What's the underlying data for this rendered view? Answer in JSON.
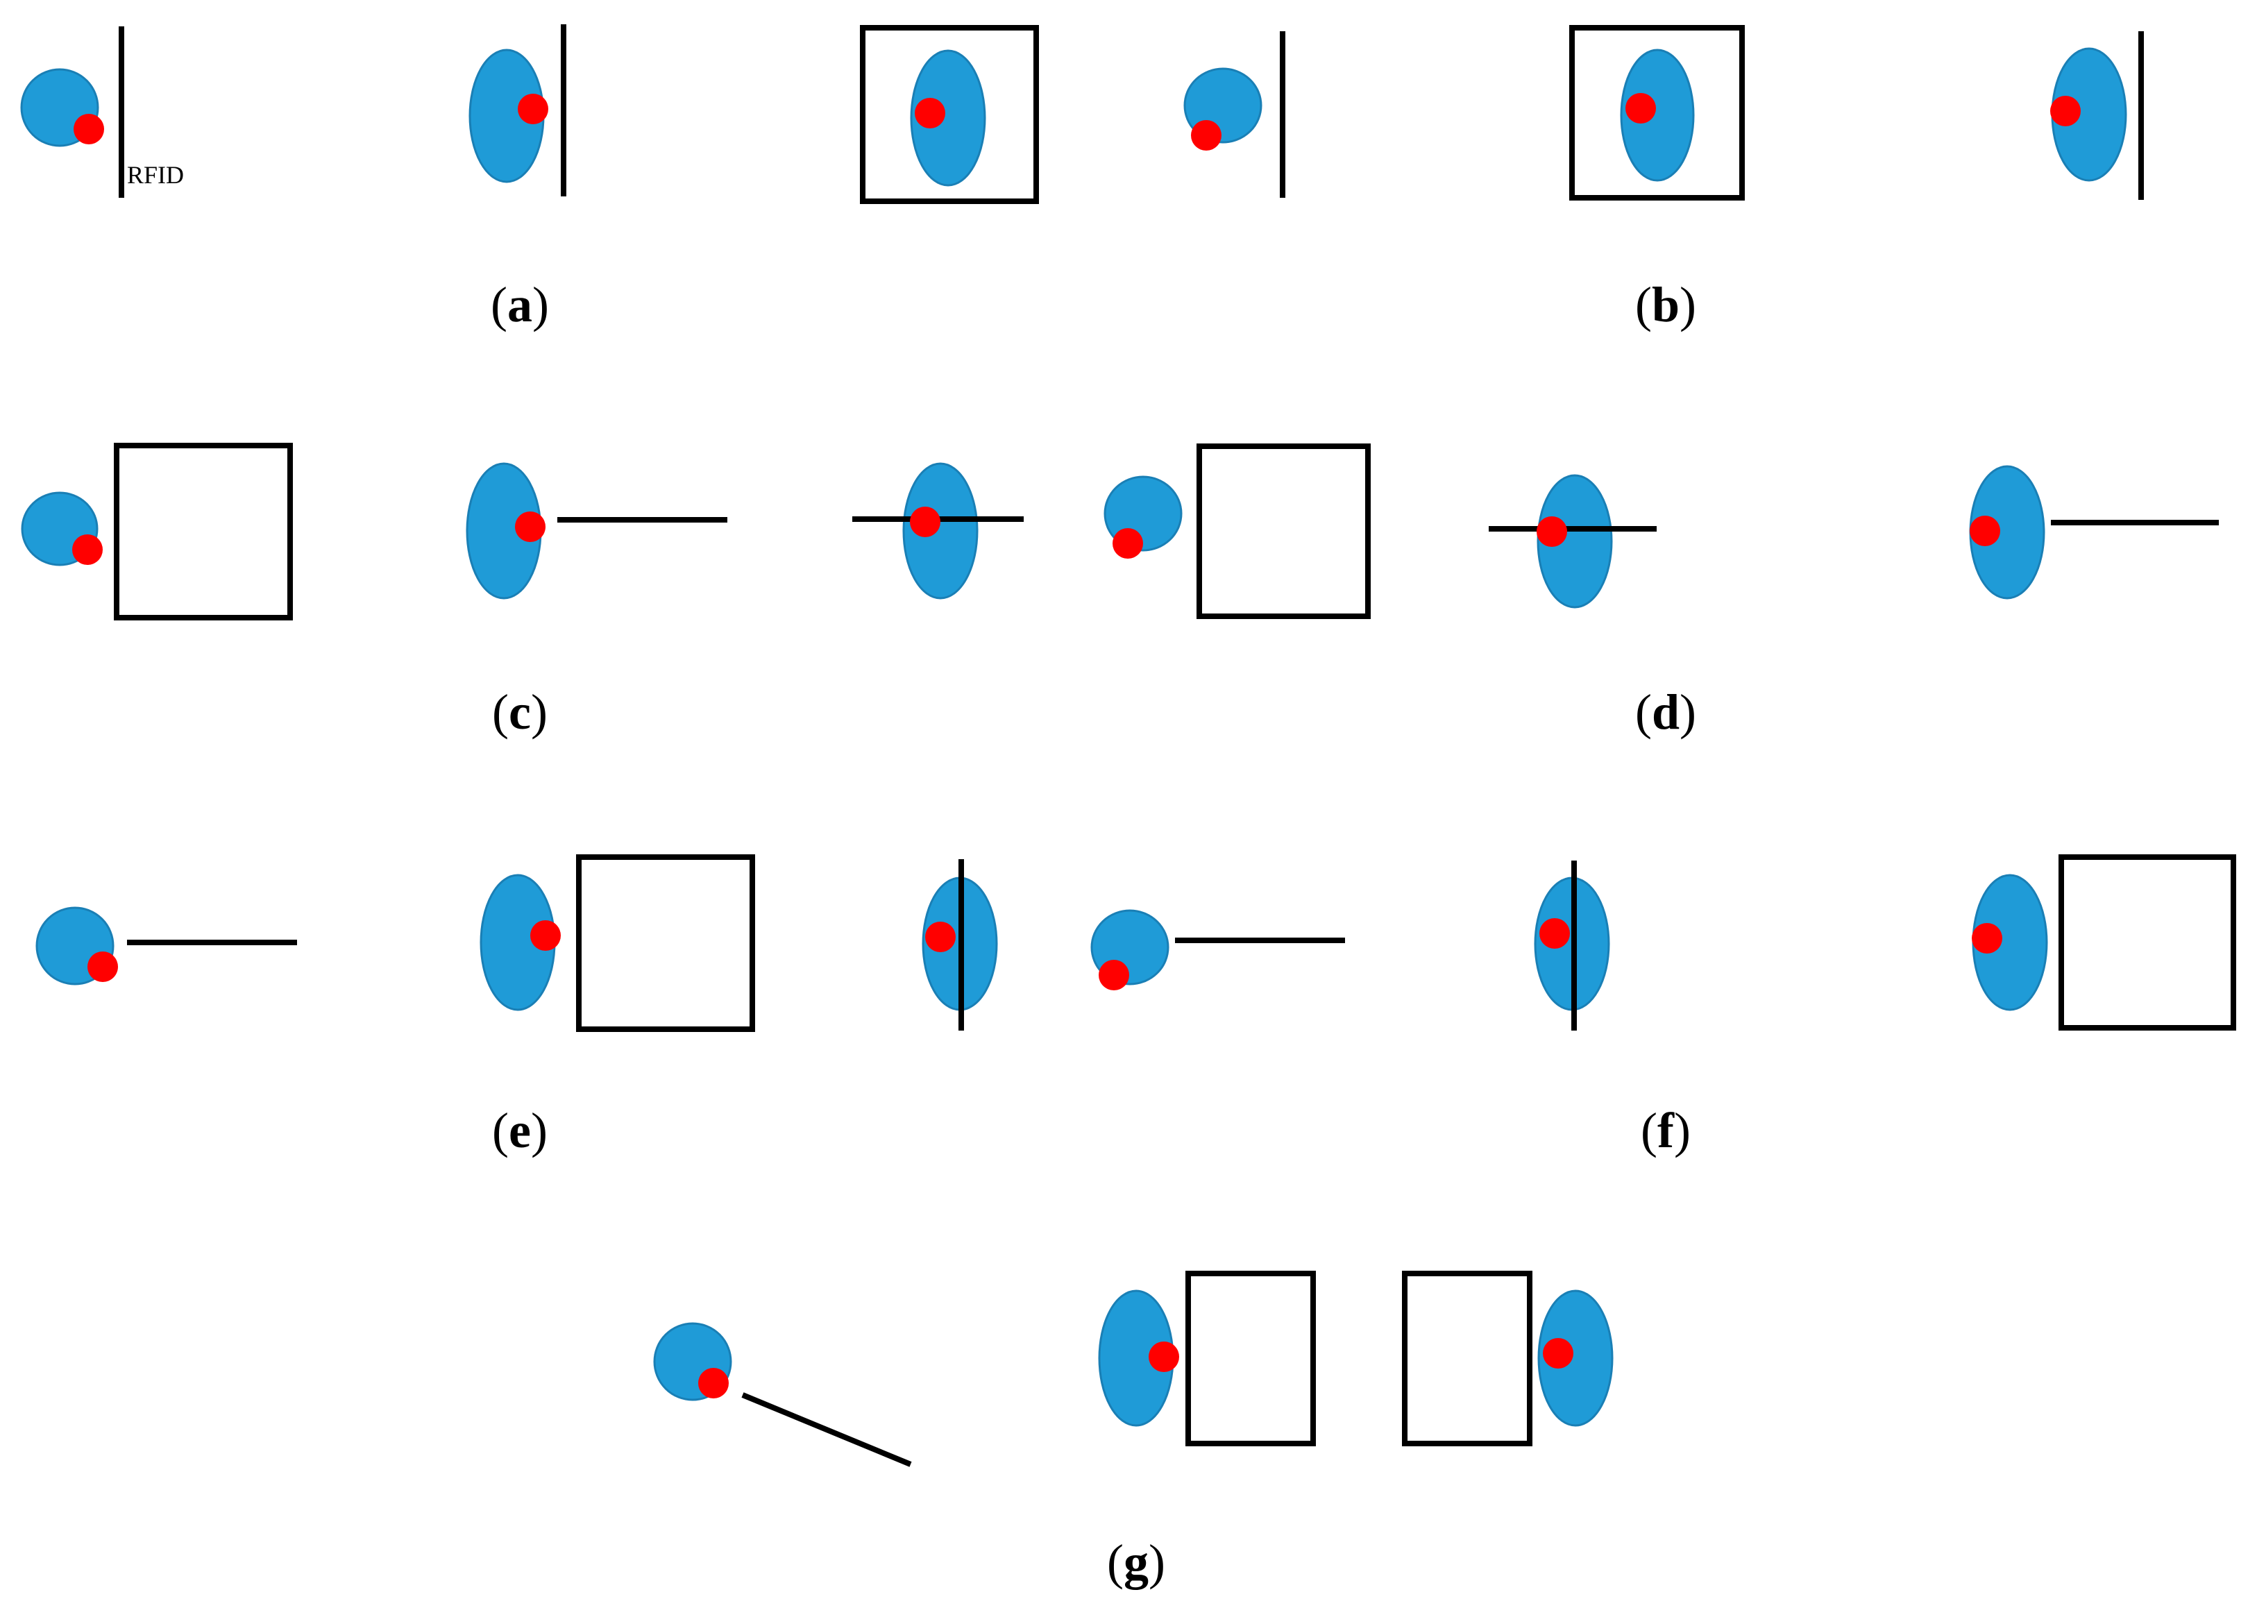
{
  "figure": {
    "annotation": "RFID",
    "panels": [
      {
        "letter": "a"
      },
      {
        "letter": "b"
      },
      {
        "letter": "c"
      },
      {
        "letter": "d"
      },
      {
        "letter": "e"
      },
      {
        "letter": "f"
      },
      {
        "letter": "g"
      }
    ]
  },
  "colors": {
    "body": "#1f9bd7",
    "tag": "#ff0000",
    "reader": "#000000"
  }
}
